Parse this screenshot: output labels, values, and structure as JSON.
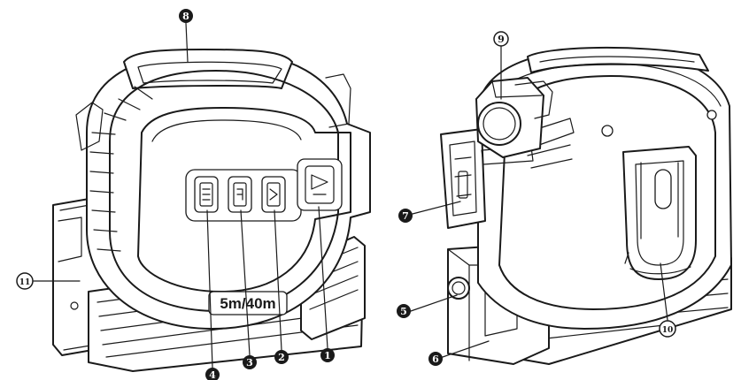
{
  "figure": {
    "front_view_label": "5m/40m",
    "callouts": [
      {
        "number": "1",
        "style": "solid"
      },
      {
        "number": "2",
        "style": "solid"
      },
      {
        "number": "3",
        "style": "solid"
      },
      {
        "number": "4",
        "style": "solid"
      },
      {
        "number": "5",
        "style": "solid"
      },
      {
        "number": "6",
        "style": "solid"
      },
      {
        "number": "7",
        "style": "solid"
      },
      {
        "number": "8",
        "style": "solid"
      },
      {
        "number": "9",
        "style": "outline"
      },
      {
        "number": "10",
        "style": "outline"
      },
      {
        "number": "11",
        "style": "outline"
      }
    ]
  },
  "colors": {
    "line": "#1a1a1a",
    "background": "#ffffff"
  }
}
